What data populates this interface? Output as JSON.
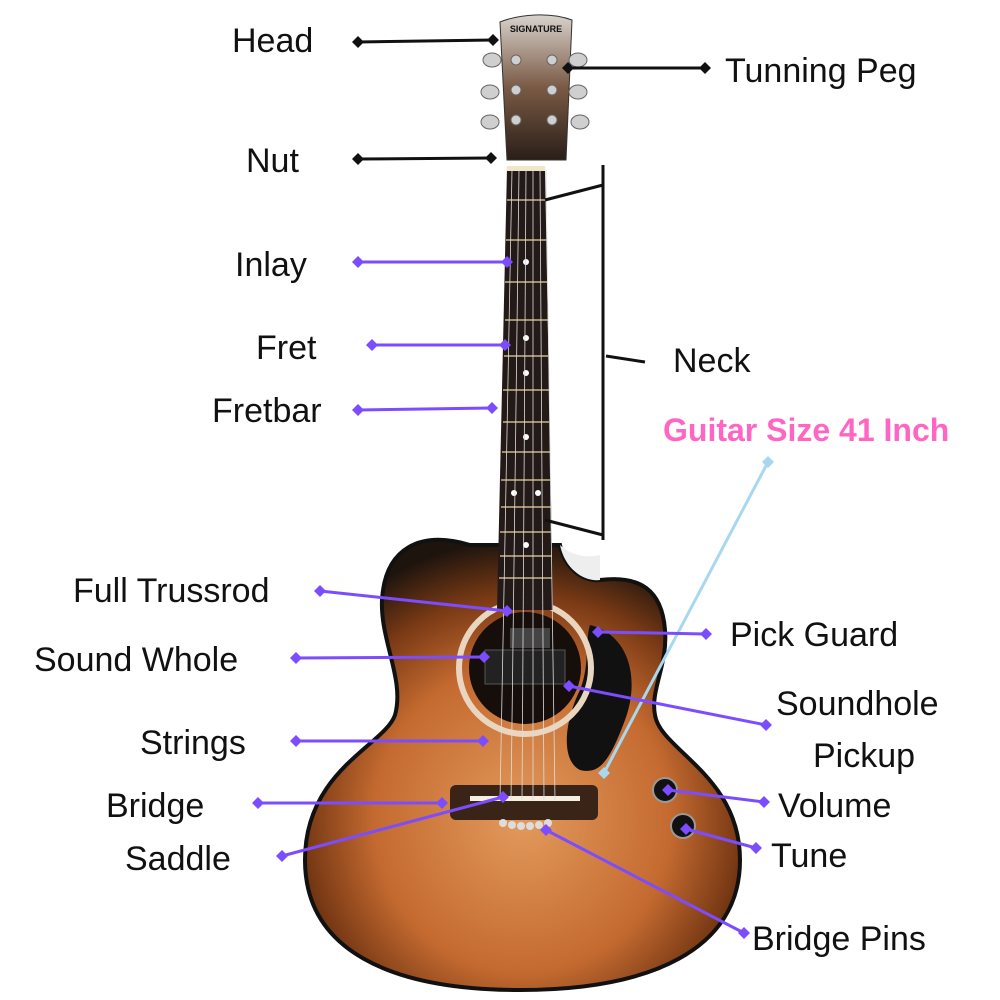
{
  "title": "Guitar Size 41 Inch",
  "logo_text": "SIGNATURE",
  "colors": {
    "accent_purple": "#7b4dff",
    "title_pink": "#ff66c4",
    "size_line": "#a8d8f0",
    "leader_black": "#111111"
  },
  "labels": {
    "head": "Head",
    "tuning_peg": "Tunning Peg",
    "nut": "Nut",
    "inlay": "Inlay",
    "fret": "Fret",
    "fretbar": "Fretbar",
    "neck": "Neck",
    "full_trussrod": "Full Trussrod",
    "sound_whole": "Sound Whole",
    "strings": "Strings",
    "bridge": "Bridge",
    "saddle": "Saddle",
    "pick_guard": "Pick Guard",
    "soundhole_pickup_line1": "Soundhole",
    "soundhole_pickup_line2": "Pickup",
    "volume": "Volume",
    "tune": "Tune",
    "bridge_pins": "Bridge Pins"
  }
}
